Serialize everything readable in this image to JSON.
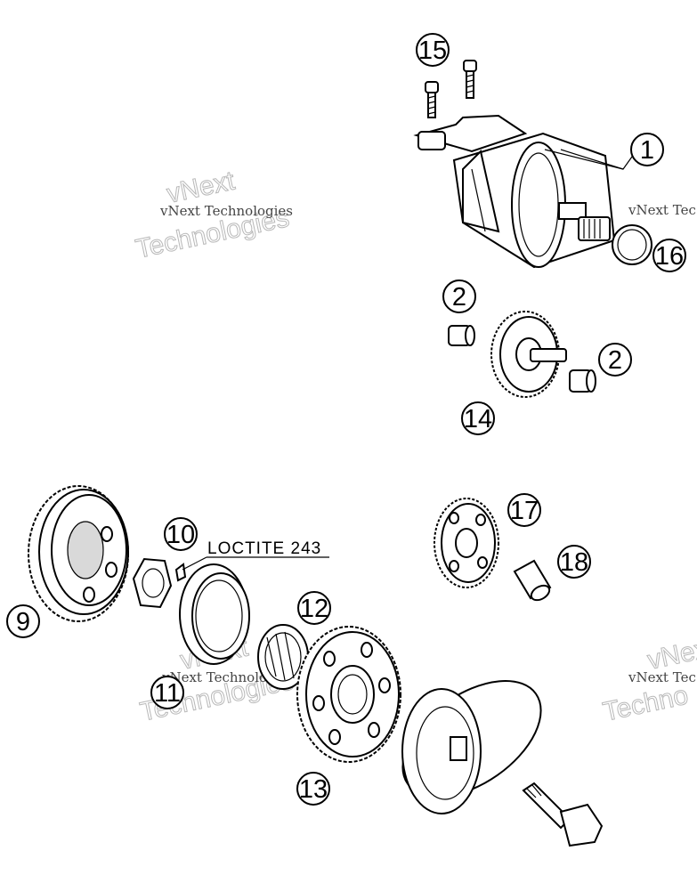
{
  "callouts": {
    "c1": "1",
    "c2a": "2",
    "c2b": "2",
    "c9": "9",
    "c10": "10",
    "c11": "11",
    "c12": "12",
    "c13": "13",
    "c14": "14",
    "c15": "15",
    "c16": "16",
    "c17": "17",
    "c18": "18"
  },
  "notes": {
    "loctite": "LOCTITE 243"
  },
  "watermarks": {
    "top_left_small": "vNext Technologies",
    "mid_left_small": "vNext Technologies",
    "right_top_small": "vNext Tec",
    "right_mid_small": "vNext Tec"
  }
}
